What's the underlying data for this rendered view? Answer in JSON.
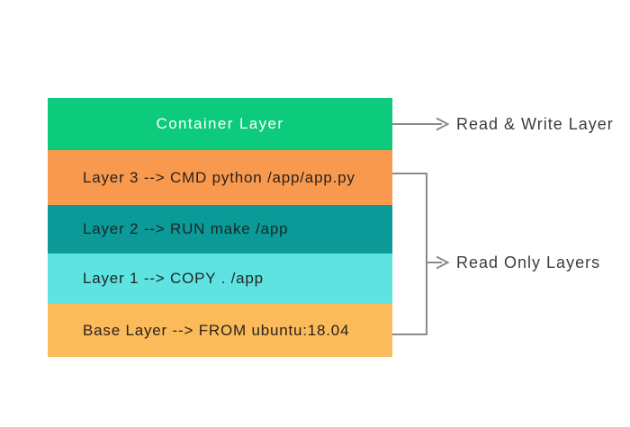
{
  "diagram": {
    "background": "#ffffff",
    "stack": {
      "layers": [
        {
          "id": "container-layer",
          "label": "Container Layer",
          "color": "#0ccb7c",
          "text_color": "#ffffff"
        },
        {
          "id": "layer-3",
          "label": "Layer 3 --> CMD python /app/app.py",
          "color": "#f8994e",
          "text_color": "#2a221c"
        },
        {
          "id": "layer-2",
          "label": "Layer 2 --> RUN make /app",
          "color": "#0b9a97",
          "text_color": "#16282a"
        },
        {
          "id": "layer-1",
          "label": "Layer 1 --> COPY . /app",
          "color": "#5ee3e0",
          "text_color": "#232728"
        },
        {
          "id": "base-layer",
          "label": "Base Layer --> FROM ubuntu:18.04",
          "color": "#fbbb5b",
          "text_color": "#2a221c"
        }
      ]
    },
    "annotations": {
      "read_write_label": "Read & Write Layer",
      "read_only_label": "Read Only Layers",
      "arrow_color": "#8a8a8a",
      "label_color": "#3d3d3f"
    }
  }
}
